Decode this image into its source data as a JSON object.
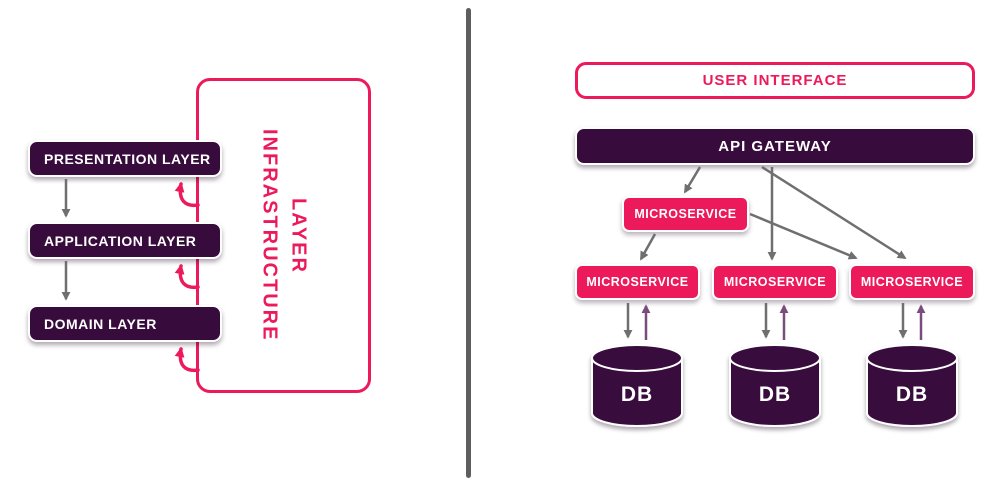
{
  "left_diagram": {
    "layers": [
      {
        "label": "PRESENTATION LAYER"
      },
      {
        "label": "APPLICATION LAYER"
      },
      {
        "label": "DOMAIN LAYER"
      }
    ],
    "infrastructure": {
      "line1": "INFRASTRUCTURE",
      "line2": "LAYER"
    }
  },
  "right_diagram": {
    "user_interface": "USER INTERFACE",
    "api_gateway": "API GATEWAY",
    "middle_microservice": "MICROSERVICE",
    "microservices": [
      "MICROSERVICE",
      "MICROSERVICE",
      "MICROSERVICE"
    ],
    "databases": [
      "DB",
      "DB",
      "DB"
    ]
  },
  "colors": {
    "dark_purple": "#380B3D",
    "pink": "#EC1A5B",
    "gray_arrow": "#6F6F6F",
    "purple_up_arrow": "#7A4C7E",
    "divider": "#5E5E5E"
  }
}
